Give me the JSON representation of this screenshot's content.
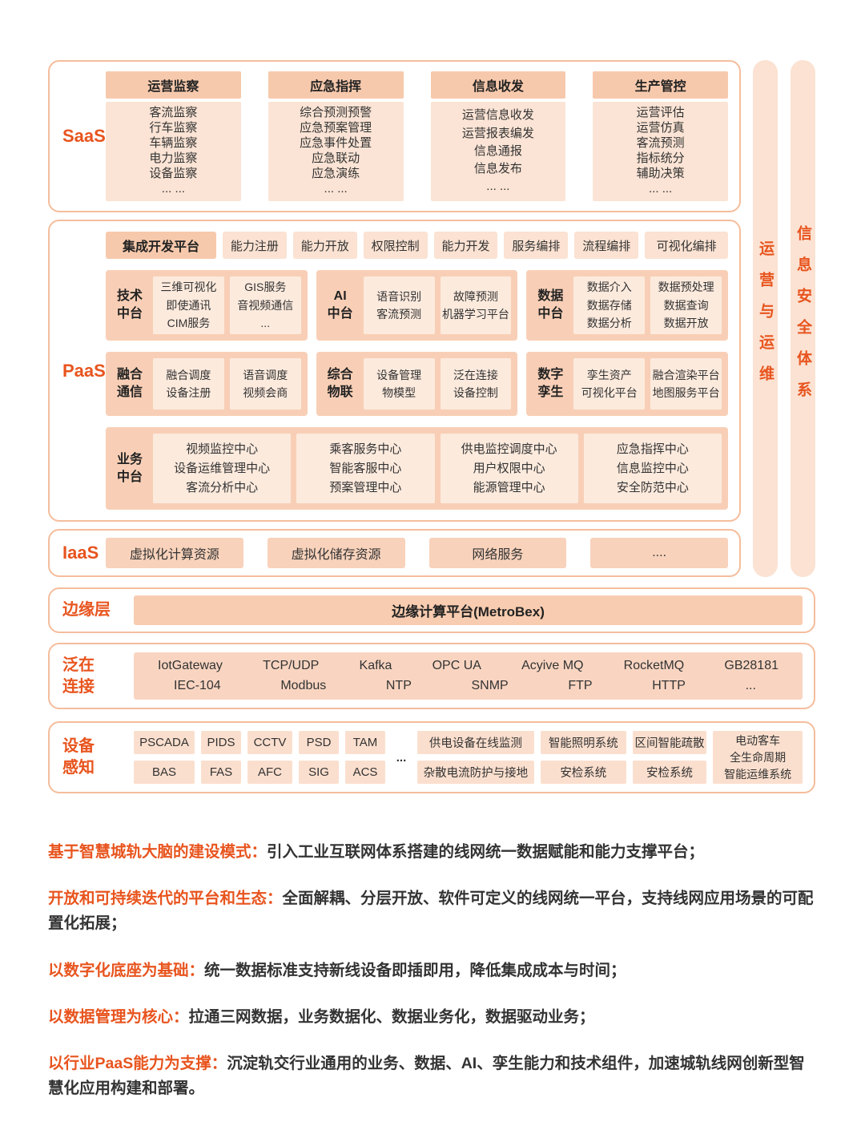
{
  "colors": {
    "accent": "#E8541E",
    "border": "#F5BD9C",
    "header_peach": "#F7C9AC",
    "light_peach": "#FBE4D5",
    "group_peach": "#F8CFB6",
    "inner_peach": "#FCEADD"
  },
  "saas": {
    "label": "SaaS",
    "columns": [
      {
        "title": "运营监察",
        "items": [
          "客流监察",
          "行车监察",
          "车辆监察",
          "电力监察",
          "设备监察",
          "... ..."
        ]
      },
      {
        "title": "应急指挥",
        "items": [
          "综合预测预警",
          "应急预案管理",
          "应急事件处置",
          "应急联动",
          "应急演练",
          "... ..."
        ]
      },
      {
        "title": "信息收发",
        "items": [
          "运营信息收发",
          "运营报表编发",
          "信息通报",
          "信息发布",
          "... ..."
        ]
      },
      {
        "title": "生产管控",
        "items": [
          "运营评估",
          "运营仿真",
          "客流预测",
          "指标统分",
          "辅助决策",
          "... ..."
        ]
      }
    ]
  },
  "paas": {
    "label": "PaaS",
    "dev_platform": "集成开发平台",
    "dev_buttons": [
      "能力注册",
      "能力开放",
      "权限控制",
      "能力开发",
      "服务编排",
      "流程编排",
      "可视化编排"
    ],
    "groups_row2": [
      {
        "label": "技术\n中台",
        "boxes": [
          "三维可视化\n即使通讯\nCIM服务",
          "GIS服务\n音视频通信\n..."
        ]
      },
      {
        "label": "AI\n中台",
        "boxes": [
          "语音识别\n客流预测",
          "故障预测\n机器学习平台"
        ]
      },
      {
        "label": "数据\n中台",
        "boxes": [
          "数据介入\n数据存储\n数据分析",
          "数据预处理\n数据查询\n数据开放"
        ]
      }
    ],
    "groups_row3": [
      {
        "label": "融合\n通信",
        "boxes": [
          "融合调度\n设备注册",
          "语音调度\n视频会商"
        ]
      },
      {
        "label": "综合\n物联",
        "boxes": [
          "设备管理\n物模型",
          "泛在连接\n设备控制"
        ]
      },
      {
        "label": "数字\n孪生",
        "boxes": [
          "孪生资产\n可视化平台",
          "融合渲染平台\n地图服务平台"
        ]
      }
    ],
    "business": {
      "label": "业务\n中台",
      "boxes": [
        "视频监控中心\n设备运维管理中心\n客流分析中心",
        "乘客服务中心\n智能客服中心\n预案管理中心",
        "供电监控调度中心\n用户权限中心\n能源管理中心",
        "应急指挥中心\n信息监控中心\n安全防范中心"
      ]
    }
  },
  "iaas": {
    "label": "IaaS",
    "boxes": [
      "虚拟化计算资源",
      "虚拟化储存资源",
      "网络服务",
      "...."
    ]
  },
  "sidebars": {
    "ops": "运营与运维",
    "security": "信息安全体系"
  },
  "edge": {
    "label": "边缘层",
    "box": "边缘计算平台(MetroBex)"
  },
  "connect": {
    "label": "泛在\n连接",
    "row1": [
      "IotGateway",
      "TCP/UDP",
      "Kafka",
      "OPC UA",
      "Acyive MQ",
      "RocketMQ",
      "GB28181"
    ],
    "row2": [
      "IEC-104",
      "Modbus",
      "NTP",
      "SNMP",
      "FTP",
      "HTTP",
      "..."
    ]
  },
  "devices": {
    "label": "设备\n感知",
    "row1": [
      "PSCADA",
      "PIDS",
      "CCTV",
      "PSD",
      "TAM"
    ],
    "dots": "...",
    "row1_wide": [
      "供电设备在线监测",
      "智能照明系统",
      "区间智能疏散"
    ],
    "tall": "电动客车\n全生命周期\n智能运维系统",
    "row2": [
      "BAS",
      "FAS",
      "AFC",
      "SIG",
      "ACS"
    ],
    "row2_wide": [
      "杂散电流防护与接地",
      "安检系统",
      "安检系统"
    ]
  },
  "notes": [
    {
      "lead": "基于智慧城轨大脑的建设模式：",
      "body": "引入工业互联网体系搭建的线网统一数据赋能和能力支撑平台；"
    },
    {
      "lead": "开放和可持续迭代的平台和生态：",
      "body": "全面解耦、分层开放、软件可定义的线网统一平台，支持线网应用场景的可配置化拓展；"
    },
    {
      "lead": "以数字化底座为基础：",
      "body": "统一数据标准支持新线设备即插即用，降低集成成本与时间；"
    },
    {
      "lead": "以数据管理为核心：",
      "body": "拉通三网数据，业务数据化、数据业务化，数据驱动业务；"
    },
    {
      "lead": "以行业PaaS能力为支撑：",
      "body": "沉淀轨交行业通用的业务、数据、AI、孪生能力和技术组件，加速城轨线网创新型智慧化应用构建和部署。"
    }
  ]
}
